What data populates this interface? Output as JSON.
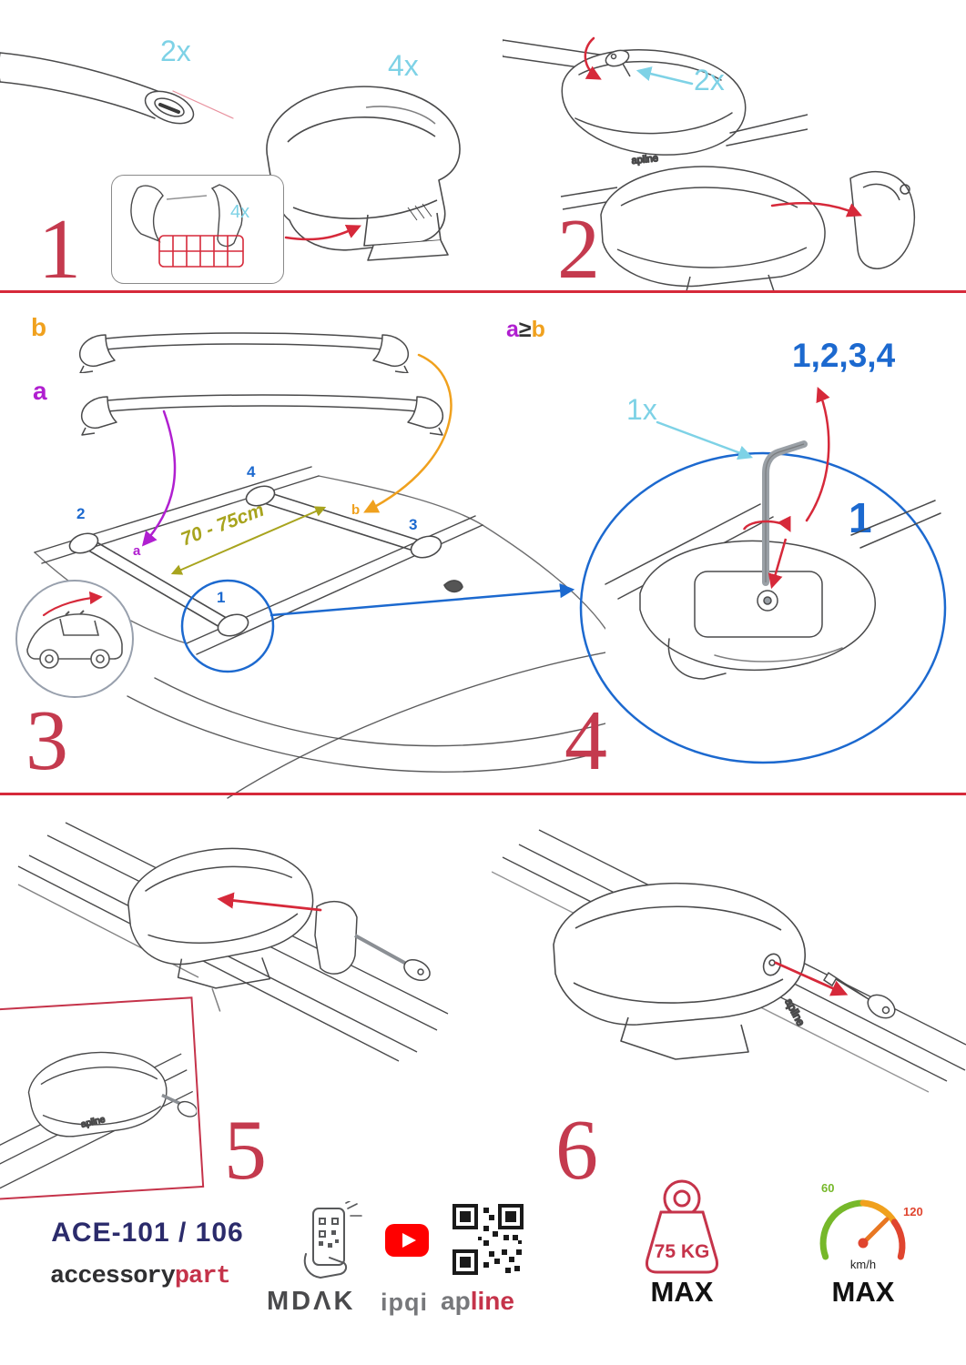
{
  "colors": {
    "step_number_red": "#c43a4e",
    "arrow_red": "#d6293a",
    "cyan": "#7ed2e6",
    "orange": "#f0a11e",
    "purple": "#b01fd0",
    "blue": "#1c69cf",
    "olive": "#a8a41e",
    "navy": "#2b2b6b",
    "green": "#76b82a",
    "youtube_red": "#ff0000"
  },
  "steps": {
    "s1": {
      "number": "1",
      "bar_qty": "2x",
      "foot_qty": "4x",
      "pad_qty": "4x"
    },
    "s2": {
      "number": "2",
      "lock_qty": "2x"
    },
    "s3": {
      "number": "3",
      "bar_a": "a",
      "bar_b": "b",
      "cond_a": "a",
      "cond_op": "≥",
      "cond_b": "b",
      "distance": "70 - 75cm",
      "pos1": "1",
      "pos2": "2",
      "pos3": "3",
      "pos4": "4",
      "roof_a": "a",
      "roof_b": "b"
    },
    "s4": {
      "number": "4",
      "tool_qty": "1x",
      "sequence": "1,2,3,4",
      "first": "1"
    },
    "s5": {
      "number": "5"
    },
    "s6": {
      "number": "6"
    }
  },
  "branding": {
    "model": "ACE-101 / 106",
    "name_black": "accessory",
    "name_red": "part",
    "logo_mdak": "MDΛK",
    "logo_ipqi": "ipqi",
    "logo_ap": "ap",
    "logo_line": "line",
    "foot_brand": "apline"
  },
  "limits": {
    "weight": "75 KG",
    "weight_max": "MAX",
    "speed_low": "60",
    "speed_high": "120",
    "speed_unit": "km/h",
    "speed_max": "MAX"
  }
}
